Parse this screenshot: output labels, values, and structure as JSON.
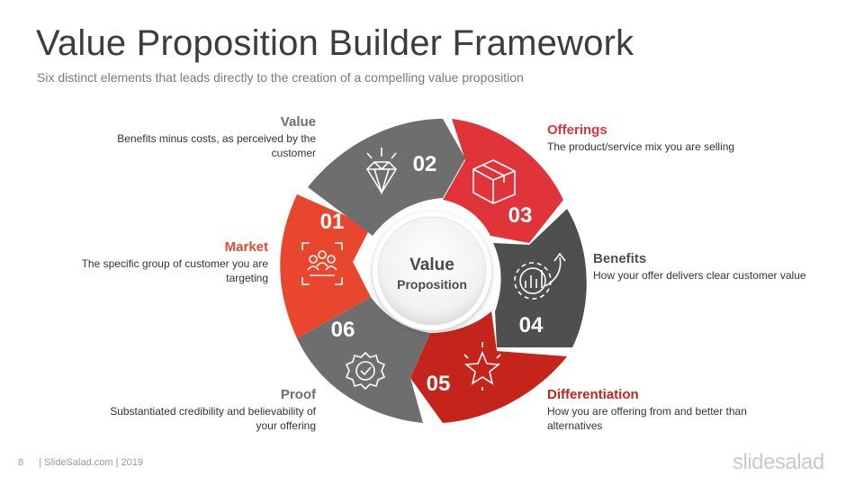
{
  "title": "Value Proposition Builder Framework",
  "subtitle": "Six distinct elements that leads directly to the creation of a compelling value proposition",
  "center": {
    "line1": "Value",
    "line2": "Proposition"
  },
  "colors": {
    "red": "#e8472e",
    "gray": "#6e6e6e",
    "crimson": "#e0343a",
    "dark": "#4f4f4f",
    "deepred": "#c4241a"
  },
  "segments": [
    {
      "number": "01",
      "heading": "Market",
      "description": "The specific group of customer you are targeting",
      "icon": "target-people-icon",
      "color": "#e8472e"
    },
    {
      "number": "02",
      "heading": "Value",
      "description": "Benefits minus costs, as perceived by the customer",
      "icon": "diamond-icon",
      "color": "#6e6e6e"
    },
    {
      "number": "03",
      "heading": "Offerings",
      "description": "The product/service  mix you are selling",
      "icon": "box-icon",
      "color": "#e0343a"
    },
    {
      "number": "04",
      "heading": "Benefits",
      "description": "How your offer delivers clear customer value",
      "icon": "growth-gear-icon",
      "color": "#4f4f4f"
    },
    {
      "number": "05",
      "heading": "Differentiation",
      "description": "How you are offering  from and better than alternatives",
      "icon": "star-icon",
      "color": "#c4241a"
    },
    {
      "number": "06",
      "heading": "Proof",
      "description": "Substantiated credibility and believability of your offering",
      "icon": "badge-check-icon",
      "color": "#6e6e6e"
    }
  ],
  "footer": {
    "page": "8",
    "text": "| SlideSalad.com | 2019"
  },
  "brand": "slidesalad"
}
